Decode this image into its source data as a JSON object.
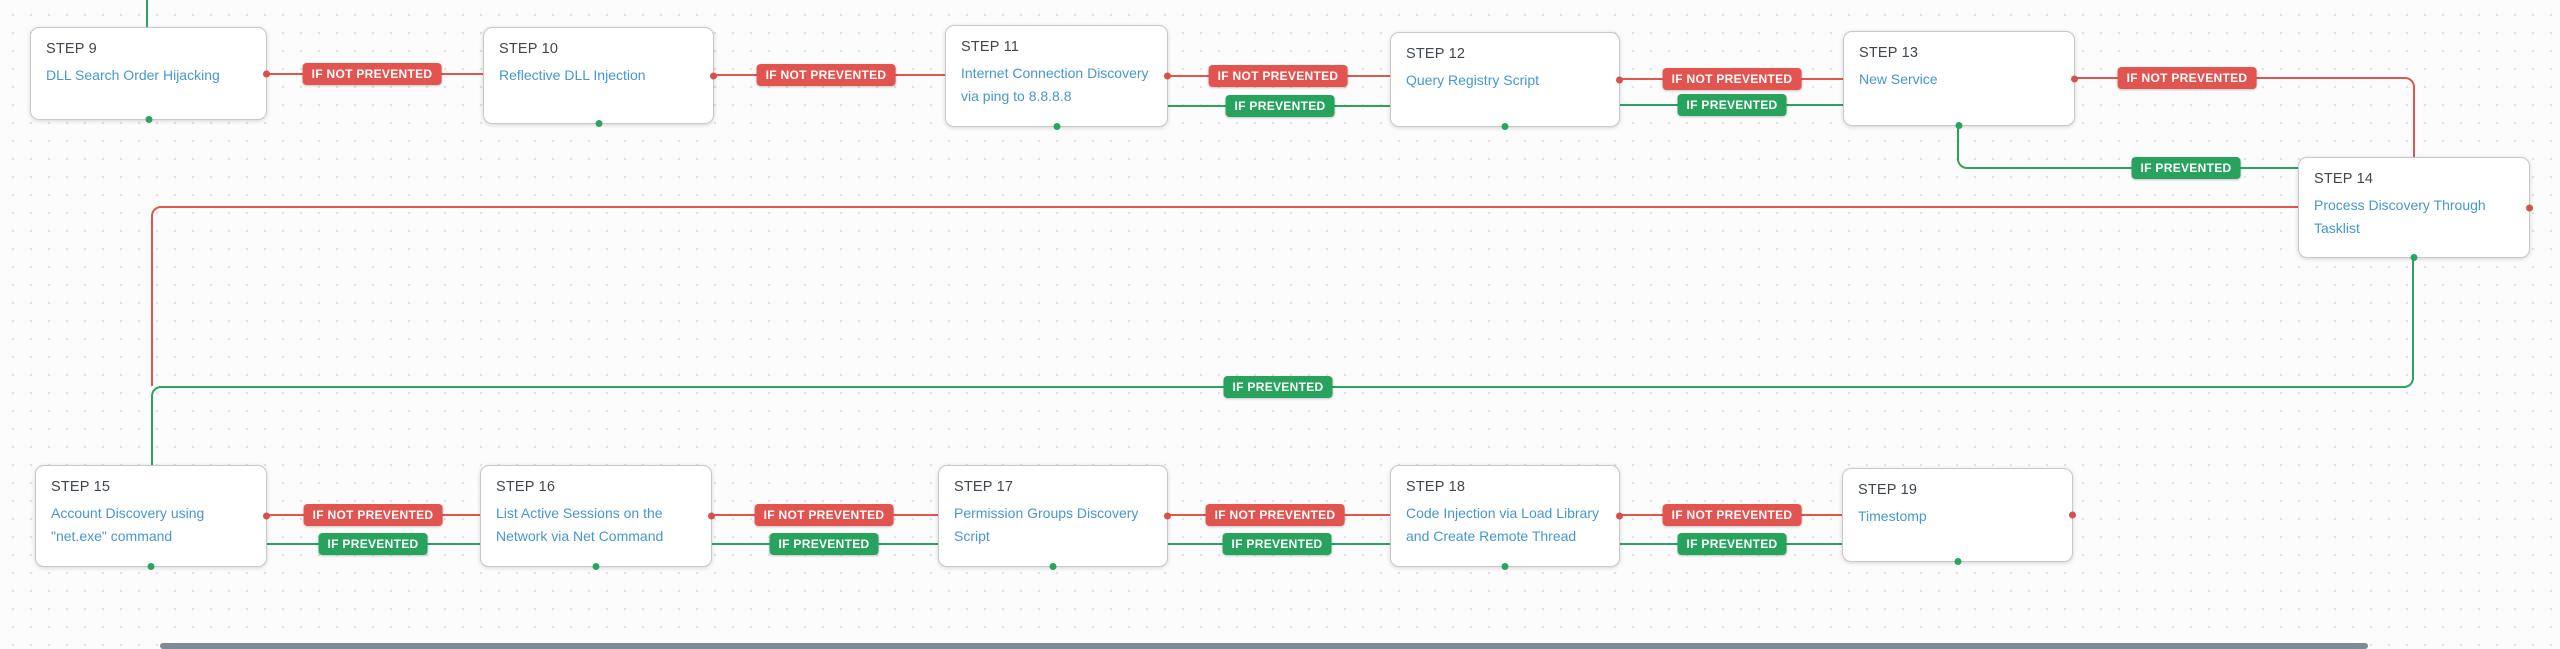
{
  "diagram": {
    "edge_labels": {
      "if_not_prevented": "IF NOT PREVENTED",
      "if_prevented": "IF PREVENTED"
    },
    "colors": {
      "red": "#e25450",
      "green": "#27a35d",
      "link_blue": "#4697d0",
      "step_text": "#40474d"
    },
    "nodes": [
      {
        "step": "STEP 9",
        "title": "DLL Search Order Hijacking"
      },
      {
        "step": "STEP 10",
        "title": "Reflective DLL Injection"
      },
      {
        "step": "STEP 11",
        "title": "Internet Connection Discovery via ping to 8.8.8.8"
      },
      {
        "step": "STEP 12",
        "title": "Query Registry Script"
      },
      {
        "step": "STEP 13",
        "title": "New Service"
      },
      {
        "step": "STEP 14",
        "title": "Process Discovery Through Tasklist"
      },
      {
        "step": "STEP 15",
        "title": "Account Discovery using \"net.exe\" command"
      },
      {
        "step": "STEP 16",
        "title": "List Active Sessions on the Network via Net Command"
      },
      {
        "step": "STEP 17",
        "title": "Permission Groups Discovery Script"
      },
      {
        "step": "STEP 18",
        "title": "Code Injection via Load Library and Create Remote Thread"
      },
      {
        "step": "STEP 19",
        "title": "Timestomp"
      }
    ],
    "edges": [
      {
        "from": "STEP 9",
        "to": "STEP 10",
        "condition": "IF NOT PREVENTED"
      },
      {
        "from": "STEP 10",
        "to": "STEP 11",
        "condition": "IF NOT PREVENTED"
      },
      {
        "from": "STEP 11",
        "to": "STEP 12",
        "condition": "IF NOT PREVENTED"
      },
      {
        "from": "STEP 11",
        "to": "STEP 12",
        "condition": "IF PREVENTED"
      },
      {
        "from": "STEP 12",
        "to": "STEP 13",
        "condition": "IF NOT PREVENTED"
      },
      {
        "from": "STEP 12",
        "to": "STEP 13",
        "condition": "IF PREVENTED"
      },
      {
        "from": "STEP 13",
        "to": "STEP 14",
        "condition": "IF NOT PREVENTED"
      },
      {
        "from": "STEP 13",
        "to": "STEP 14",
        "condition": "IF PREVENTED"
      },
      {
        "from": "STEP 14",
        "to": "STEP 15",
        "condition": "IF NOT PREVENTED"
      },
      {
        "from": "STEP 14",
        "to": "STEP 15",
        "condition": "IF PREVENTED"
      },
      {
        "from": "STEP 15",
        "to": "STEP 16",
        "condition": "IF NOT PREVENTED"
      },
      {
        "from": "STEP 15",
        "to": "STEP 16",
        "condition": "IF PREVENTED"
      },
      {
        "from": "STEP 16",
        "to": "STEP 17",
        "condition": "IF NOT PREVENTED"
      },
      {
        "from": "STEP 16",
        "to": "STEP 17",
        "condition": "IF PREVENTED"
      },
      {
        "from": "STEP 17",
        "to": "STEP 18",
        "condition": "IF NOT PREVENTED"
      },
      {
        "from": "STEP 17",
        "to": "STEP 18",
        "condition": "IF PREVENTED"
      },
      {
        "from": "STEP 18",
        "to": "STEP 19",
        "condition": "IF NOT PREVENTED"
      },
      {
        "from": "STEP 18",
        "to": "STEP 19",
        "condition": "IF PREVENTED"
      }
    ]
  }
}
